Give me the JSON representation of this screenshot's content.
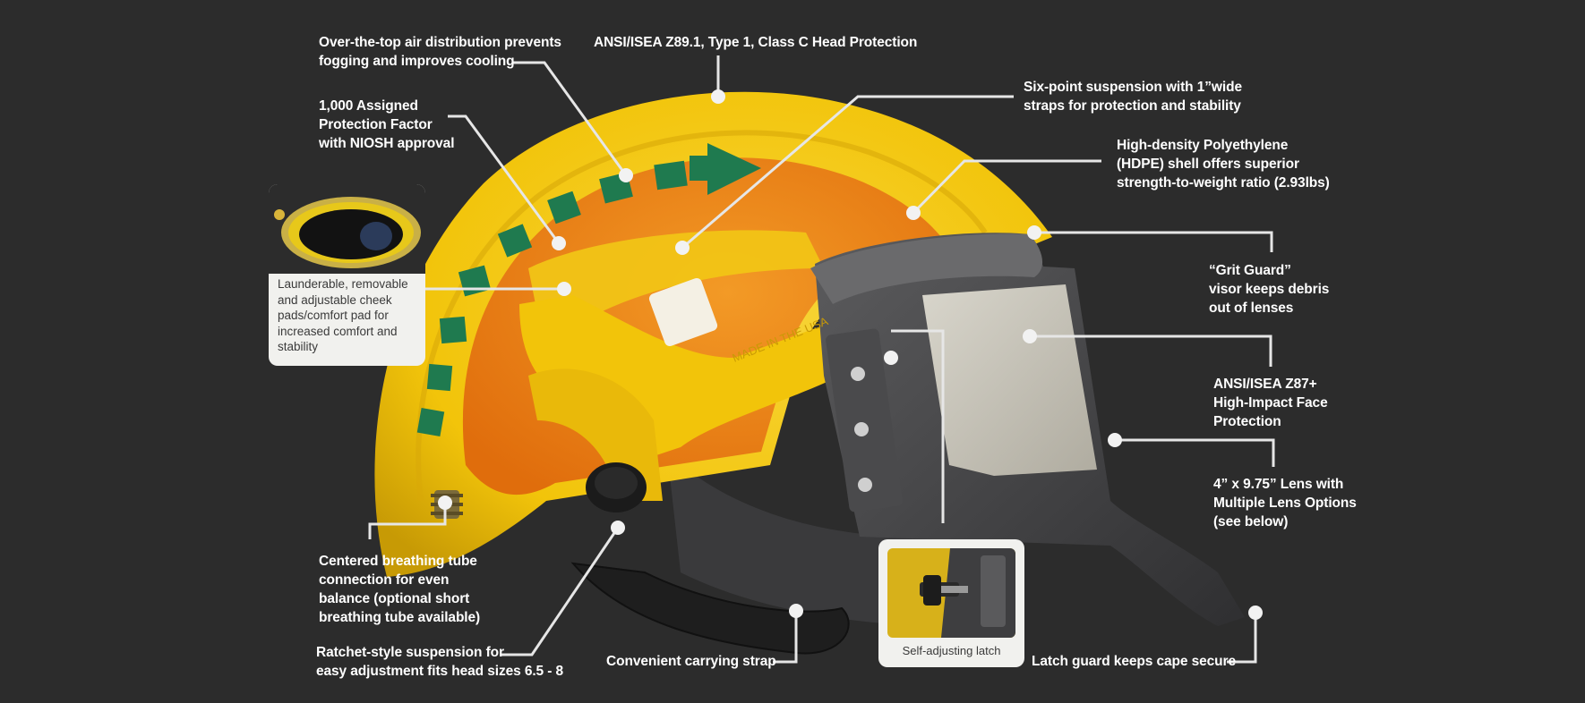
{
  "callouts": {
    "air_distribution": "Over-the-top air distribution prevents\nfogging and improves cooling",
    "ansi_head": "ANSI/ISEA Z89.1, Type 1, Class C Head Protection",
    "suspension_six_point": "Six-point suspension with 1”wide\nstraps for protection and stability",
    "protection_factor": "1,000 Assigned\nProtection Factor\nwith NIOSH approval",
    "hdpe_shell": "High-density Polyethylene\n(HDPE) shell offers superior\nstrength-to-weight ratio (2.93lbs)",
    "grit_guard": "“Grit Guard”\nvisor keeps debris\nout of lenses",
    "ansi_face": "ANSI/ISEA Z87+\nHigh-Impact Face\nProtection",
    "lens": "4” x 9.75” Lens with\nMultiple Lens Options\n(see below)",
    "breathing_tube": "Centered breathing tube\nconnection for even\nbalance (optional short\nbreathing tube available)",
    "ratchet": "Ratchet-style suspension for\neasy adjustment fits head sizes 6.5 - 8",
    "carrying_strap": "Convenient carrying strap",
    "latch_guard": "Latch guard keeps cape secure"
  },
  "insets": {
    "cheek_pads": "Launderable, removable\nand adjustable cheek\npads/comfort pad for\nincreased comfort and\nstability",
    "latch": "Self-adjusting latch"
  },
  "product_marks": {
    "made_in": "MADE\nIN THE\nUSA"
  },
  "colors": {
    "background": "#2c2c2c",
    "shell_yellow": "#f2c40a",
    "interior_orange": "#f07e12",
    "airflow_arrow_green": "#1f7a4f",
    "visor_gray": "#4a4a4c",
    "lens_tint": "#cfcbbf",
    "leader_line": "#e6e6e6",
    "callout_text": "#ffffff",
    "inset_panel": "#f1f1ee"
  }
}
